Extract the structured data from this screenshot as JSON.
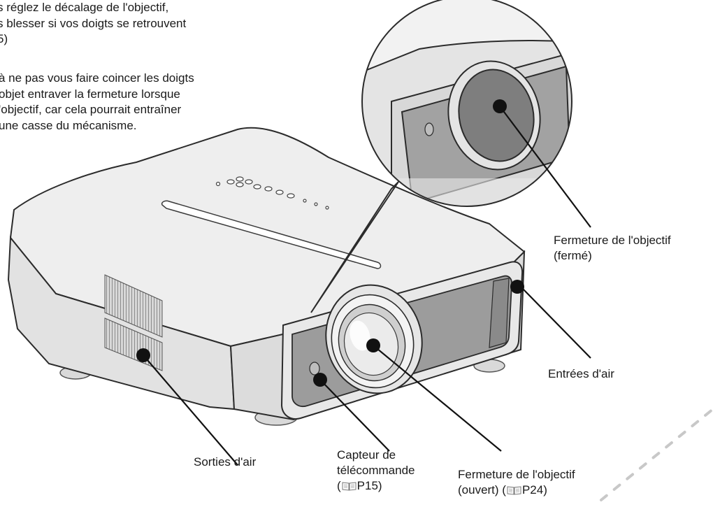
{
  "text": {
    "para1": [
      "s réglez le décalage de l'objectif,",
      "s blesser si vos doigts se retrouvent",
      "5)"
    ],
    "para2": [
      "à ne pas vous faire coincer les doigts",
      "objet entraver la fermeture lorsque",
      "'objectif,  car  cela  pourrait  entraîner",
      "une casse du mécanisme."
    ]
  },
  "labels": {
    "shutter_closed": [
      "Fermeture de l'objectif",
      "(fermé)"
    ],
    "air_intake": "Entrées d'air",
    "air_outlet": "Sorties d'air",
    "remote_sensor": [
      "Capteur de",
      "télécommande"
    ],
    "remote_sensor_ref": "P15",
    "shutter_open": [
      "Fermeture de l'objectif",
      "(ouvert) ("
    ],
    "shutter_open_ref": "P24",
    "close_paren": ")"
  },
  "icons": {
    "page_ref": "open-book-icon"
  }
}
